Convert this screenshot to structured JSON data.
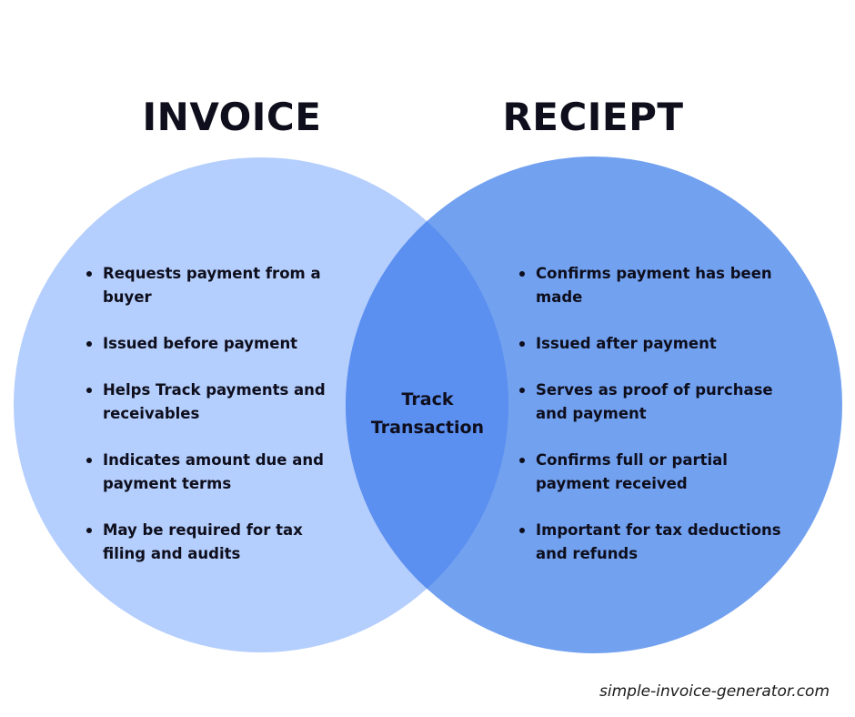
{
  "colors": {
    "left_circle": "#b4cefd",
    "right_circle": "#72a1f0",
    "overlap": "#5b8ff0",
    "text": "#0e0e1c"
  },
  "left": {
    "title": "INVOICE",
    "items": [
      "Requests payment from a buyer",
      "Issued before payment",
      "Helps Track payments and receivables",
      "Indicates amount due and payment terms",
      "May be required for tax filing and audits"
    ]
  },
  "right": {
    "title": "RECIEPT",
    "items": [
      "Confirms payment has been made",
      "Issued after payment",
      "Serves as proof of purchase and payment",
      "Confirms full or partial payment received",
      "Important for tax deductions and refunds"
    ]
  },
  "overlap": {
    "line1": "Track",
    "line2": "Transaction"
  },
  "footer": "simple-invoice-generator.com"
}
